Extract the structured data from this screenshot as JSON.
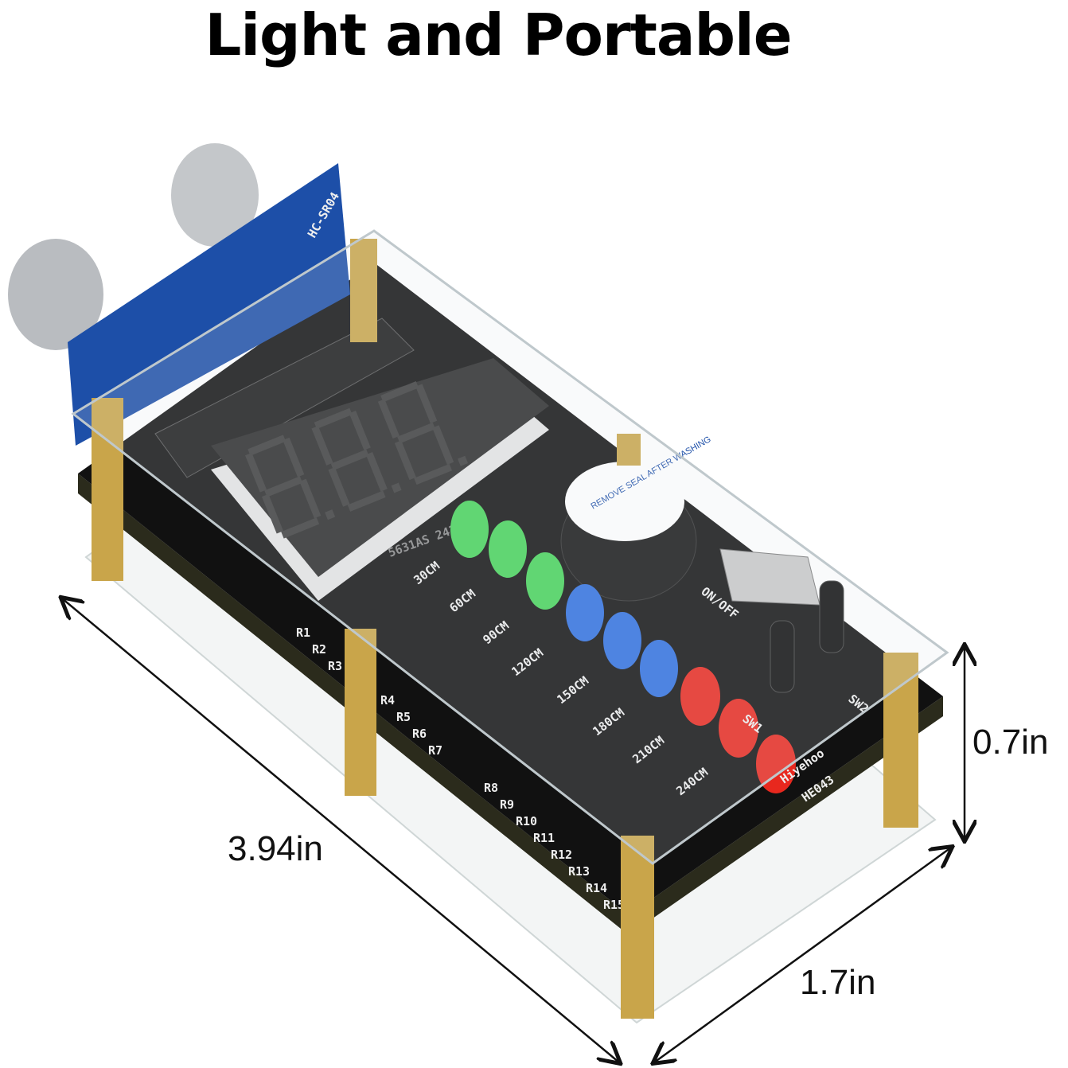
{
  "headline": "Light and Portable",
  "dimensions": {
    "length": "3.94in",
    "width": "1.7in",
    "height": "0.7in"
  },
  "product": {
    "brand": "Hiyehoo",
    "model": "HE043",
    "display_part": "5631AS 2439",
    "sensor_label": "HC-SR04",
    "buzzer_sticker": "REMOVE SEAL AFTER WASHING",
    "distance_labels": [
      "30CM",
      "60CM",
      "90CM",
      "120CM",
      "150CM",
      "180CM",
      "210CM",
      "240CM"
    ],
    "resistor_labels": [
      "R1",
      "R2",
      "R3",
      "R4",
      "R5",
      "R6",
      "R7",
      "R8",
      "R9",
      "R10",
      "R11",
      "R12",
      "R13",
      "R14",
      "R15"
    ],
    "switch_labels": [
      "ON/OFF",
      "SW1",
      "SW2"
    ],
    "led_colors": {
      "green": "#46d35a",
      "blue": "#2f6fe0",
      "red": "#e8281e"
    },
    "pcb_color": "#111111"
  }
}
